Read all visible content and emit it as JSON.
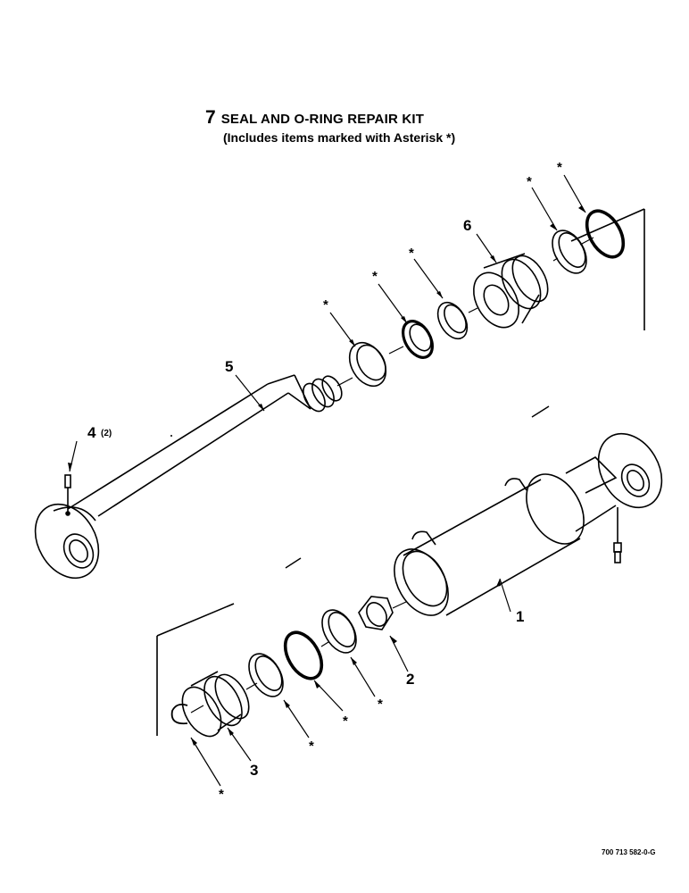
{
  "header": {
    "kit_number": "7",
    "kit_title": "SEAL AND O-RING REPAIR KIT",
    "kit_subtitle": "(Includes items marked with Asterisk *)"
  },
  "callouts": {
    "item1": "1",
    "item2": "2",
    "item3": "3",
    "item4": "4",
    "item4_qty": "(2)",
    "item5": "5",
    "item6": "6",
    "asterisk": "*"
  },
  "drawing_number": "700 713 582-0-G"
}
